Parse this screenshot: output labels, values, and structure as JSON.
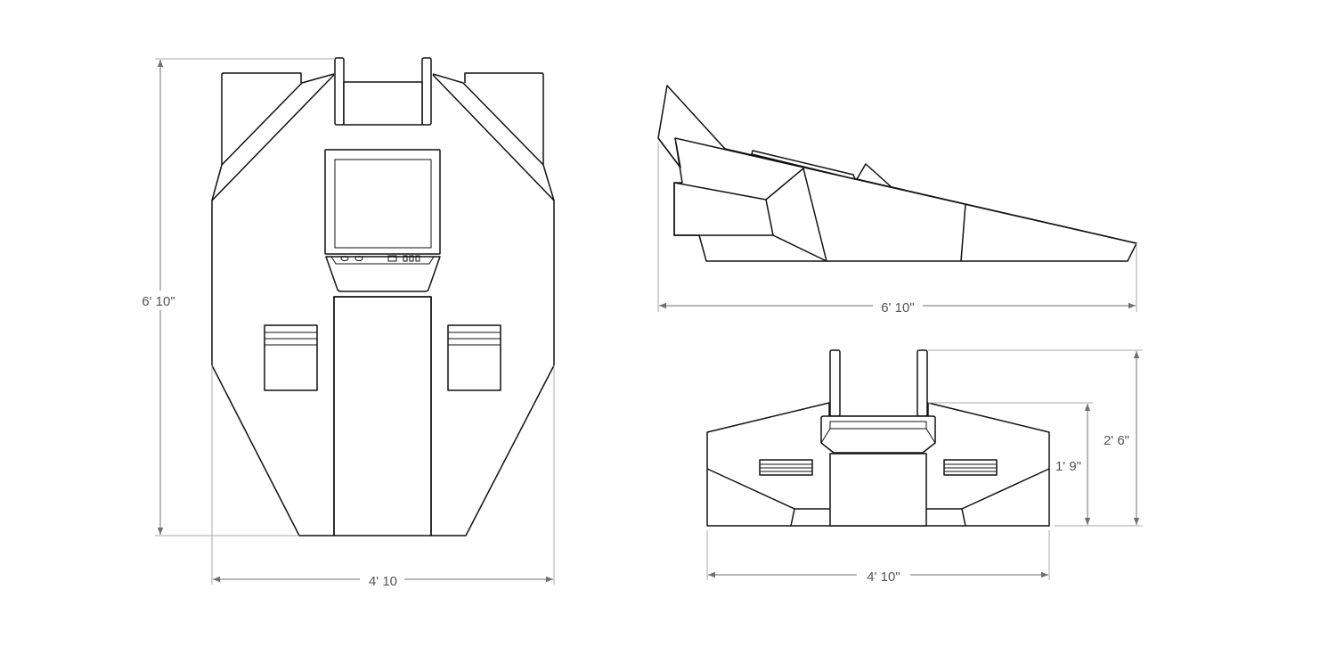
{
  "drawing": {
    "top_view": {
      "depth_label": "6' 10\"",
      "width_label": "4' 10"
    },
    "side_view": {
      "depth_label": "6' 10\""
    },
    "front_view": {
      "width_label": "4' 10\"",
      "overall_height_label": "2' 6\"",
      "desk_height_label": "1' 9\""
    }
  },
  "colors": {
    "outline": "#111111",
    "dimension": "#8a8a8a",
    "dimension_text": "#555555"
  }
}
